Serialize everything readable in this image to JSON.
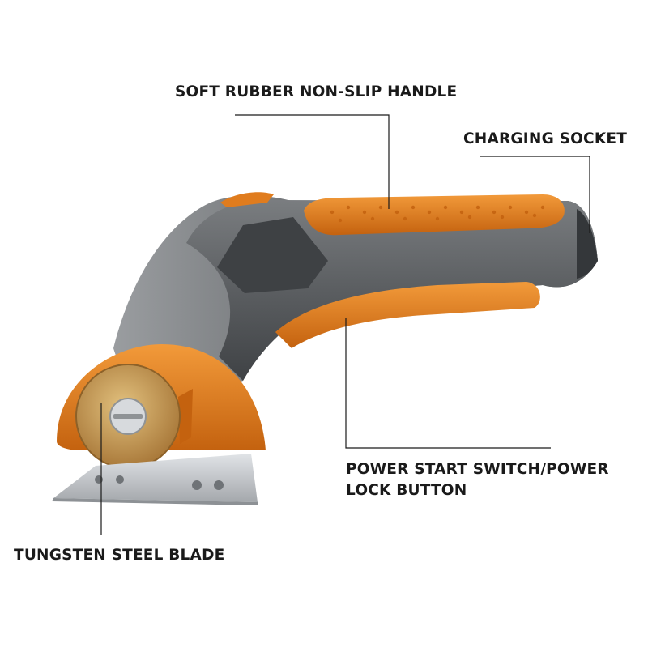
{
  "product": {
    "icon": "electric-rotary-cutter",
    "colors": {
      "body": "#5d6063",
      "body_dark": "#3e4144",
      "accent": "#e07c1e",
      "blade_gold": "#c89a4e",
      "steel": "#bfc3c7"
    }
  },
  "callouts": {
    "handle": "SOFT RUBBER NON-SLIP HANDLE",
    "socket": "CHARGING SOCKET",
    "switch": "POWER START SWITCH/POWER LOCK BUTTON",
    "blade": "TUNGSTEN STEEL BLADE"
  }
}
